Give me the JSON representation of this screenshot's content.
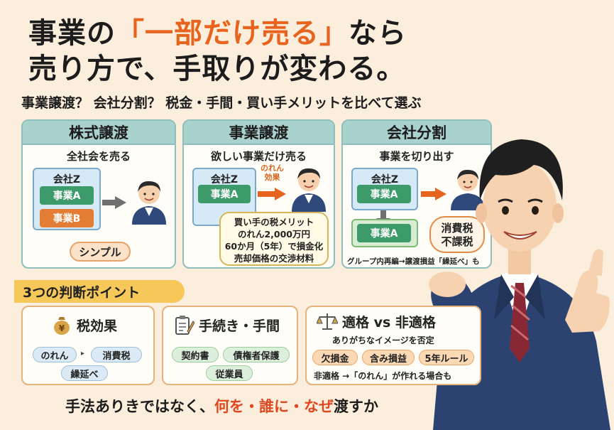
{
  "title": {
    "line1_pre": "事業の",
    "line1_highlight": "「一部だけ売る」",
    "line1_post": "なら",
    "line2": "売り方で、手取りが変わる。"
  },
  "subtitle": "事業譲渡？ 会社分割？ 税金・手間・買い手メリットを比べて選ぶ",
  "methods": {
    "stock": {
      "title": "株式譲渡",
      "subtitle": "全社会を売る",
      "company": "会社Z",
      "biz_a": "事業A",
      "biz_b": "事業B",
      "bubble": "シンプル"
    },
    "business": {
      "title": "事業譲渡",
      "subtitle": "欲しい事業だけ売る",
      "company": "会社Z",
      "biz_a": "事業A",
      "noren_label_1": "のれん",
      "noren_label_2": "効果",
      "tax_bubble": [
        "買い手の税メリット",
        "のれん2,000万円",
        "60か月（5年）で損金化",
        "売却価格の交渉材料"
      ]
    },
    "split": {
      "title": "会社分割",
      "subtitle": "事業を切り出す",
      "company": "会社Z",
      "biz_a": "事業A",
      "biz_a_new": "事業A",
      "tax_bubble": [
        "消費税",
        "不課税"
      ],
      "caption": "グループ内再編→譲渡損益「繰延べ」も"
    }
  },
  "points": {
    "banner": "3つの判断ポイント",
    "tax": {
      "title": "税効果",
      "tags": [
        "のれん",
        "消費税",
        "繰延べ"
      ],
      "arrow": "▸"
    },
    "procedure": {
      "title": "手続き・手間",
      "tags": [
        "契約書",
        "債権者保護",
        "従業員"
      ]
    },
    "qualified": {
      "title": "適格 vs 非適格",
      "subtitle": "ありがちなイメージを否定",
      "tags": [
        "欠損金",
        "含み損益",
        "5年ルール"
      ],
      "note": "非適格 →「のれん」が作れる場合も"
    }
  },
  "footer": {
    "pre": "手法ありきではなく、",
    "highlight": "何を・誰に・なぜ",
    "post": "渡すか"
  },
  "colors": {
    "accent": "#e8641e",
    "card_head": "#a9d2cf",
    "green_block": "#3d9b6b",
    "orange_block": "#e47d34",
    "banner": "#f6c85a"
  },
  "icons": [
    "right-arrow-icon",
    "down-arrow-icon",
    "money-bag-icon",
    "clipboard-pen-icon",
    "balance-scale-icon",
    "person-icon",
    "businessman-icon"
  ]
}
